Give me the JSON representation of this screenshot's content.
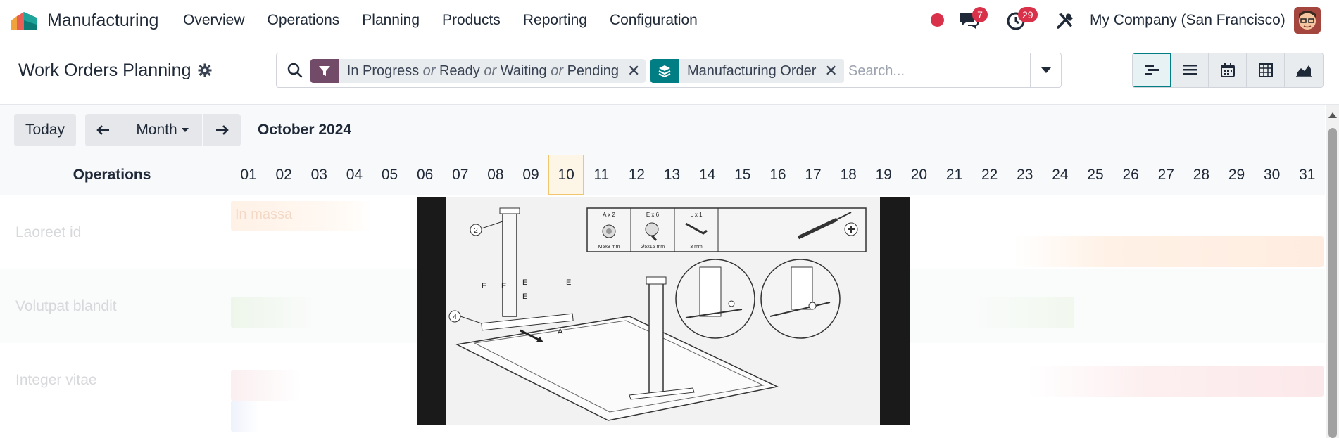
{
  "app": {
    "name": "Manufacturing"
  },
  "menu": [
    "Overview",
    "Operations",
    "Planning",
    "Products",
    "Reporting",
    "Configuration"
  ],
  "systray": {
    "messages_count": "7",
    "activities_count": "29",
    "company": "My Company (San Francisco)"
  },
  "control_panel": {
    "title": "Work Orders Planning",
    "search": {
      "filter_facet": {
        "values": [
          "In Progress",
          "Ready",
          "Waiting",
          "Pending"
        ],
        "separator": "or"
      },
      "group_facet": {
        "label": "Manufacturing Order"
      },
      "placeholder": "Search..."
    },
    "views": [
      "gantt-icon",
      "list-icon",
      "calendar-icon",
      "pivot-icon",
      "graph-icon"
    ]
  },
  "gantt": {
    "today_label": "Today",
    "scale_label": "Month",
    "period": "October 2024",
    "rows_header": "Operations",
    "days": [
      "01",
      "02",
      "03",
      "04",
      "05",
      "06",
      "07",
      "08",
      "09",
      "10",
      "11",
      "12",
      "13",
      "14",
      "15",
      "16",
      "17",
      "18",
      "19",
      "20",
      "21",
      "22",
      "23",
      "24",
      "25",
      "26",
      "27",
      "28",
      "29",
      "30",
      "31"
    ],
    "today_day": "10",
    "rows": [
      "Laoreet id",
      "Volutpat blandit",
      "Integer vitae"
    ],
    "pill_text": "In massa"
  },
  "image_overlay": {
    "hardware": [
      {
        "qty": "A x 2",
        "size": "M5x8 mm"
      },
      {
        "qty": "E x 6",
        "size": "Ø5x16 mm"
      },
      {
        "qty": "L x 1",
        "size": "3 mm"
      }
    ],
    "callouts": [
      "2",
      "4"
    ],
    "letters": [
      "E",
      "E",
      "E",
      "E",
      "E",
      "A"
    ]
  },
  "colors": {
    "brand": "#714b67",
    "teal": "#017e84",
    "badge": "#d9314a"
  }
}
